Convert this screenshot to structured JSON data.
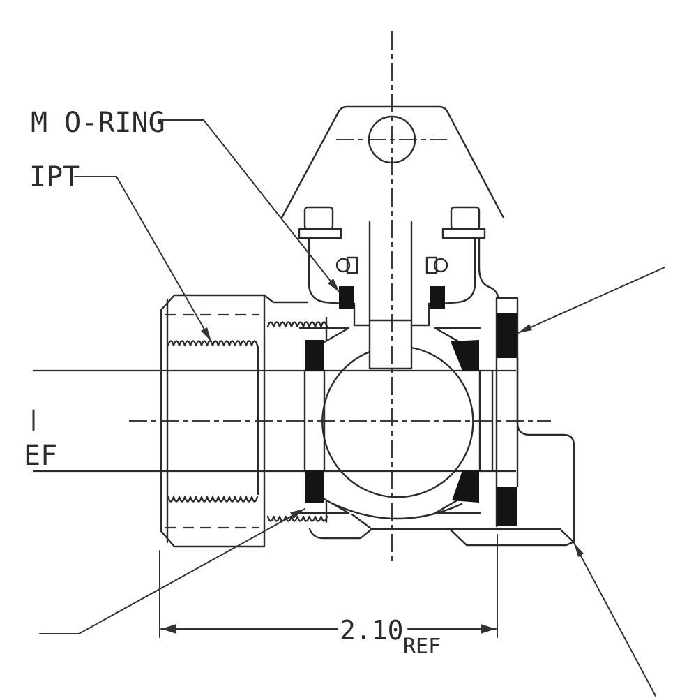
{
  "drawing": {
    "background": "#ffffff",
    "line_color": "#2b2b2b",
    "annotation_color": "#333333",
    "fill_color": "#141414",
    "labels": {
      "oring_leader": "M O-RING",
      "thread_leader": "IPT",
      "left_edge_partial": "EF",
      "dimension_value": "2.10",
      "dimension_qualifier": "REF"
    }
  }
}
